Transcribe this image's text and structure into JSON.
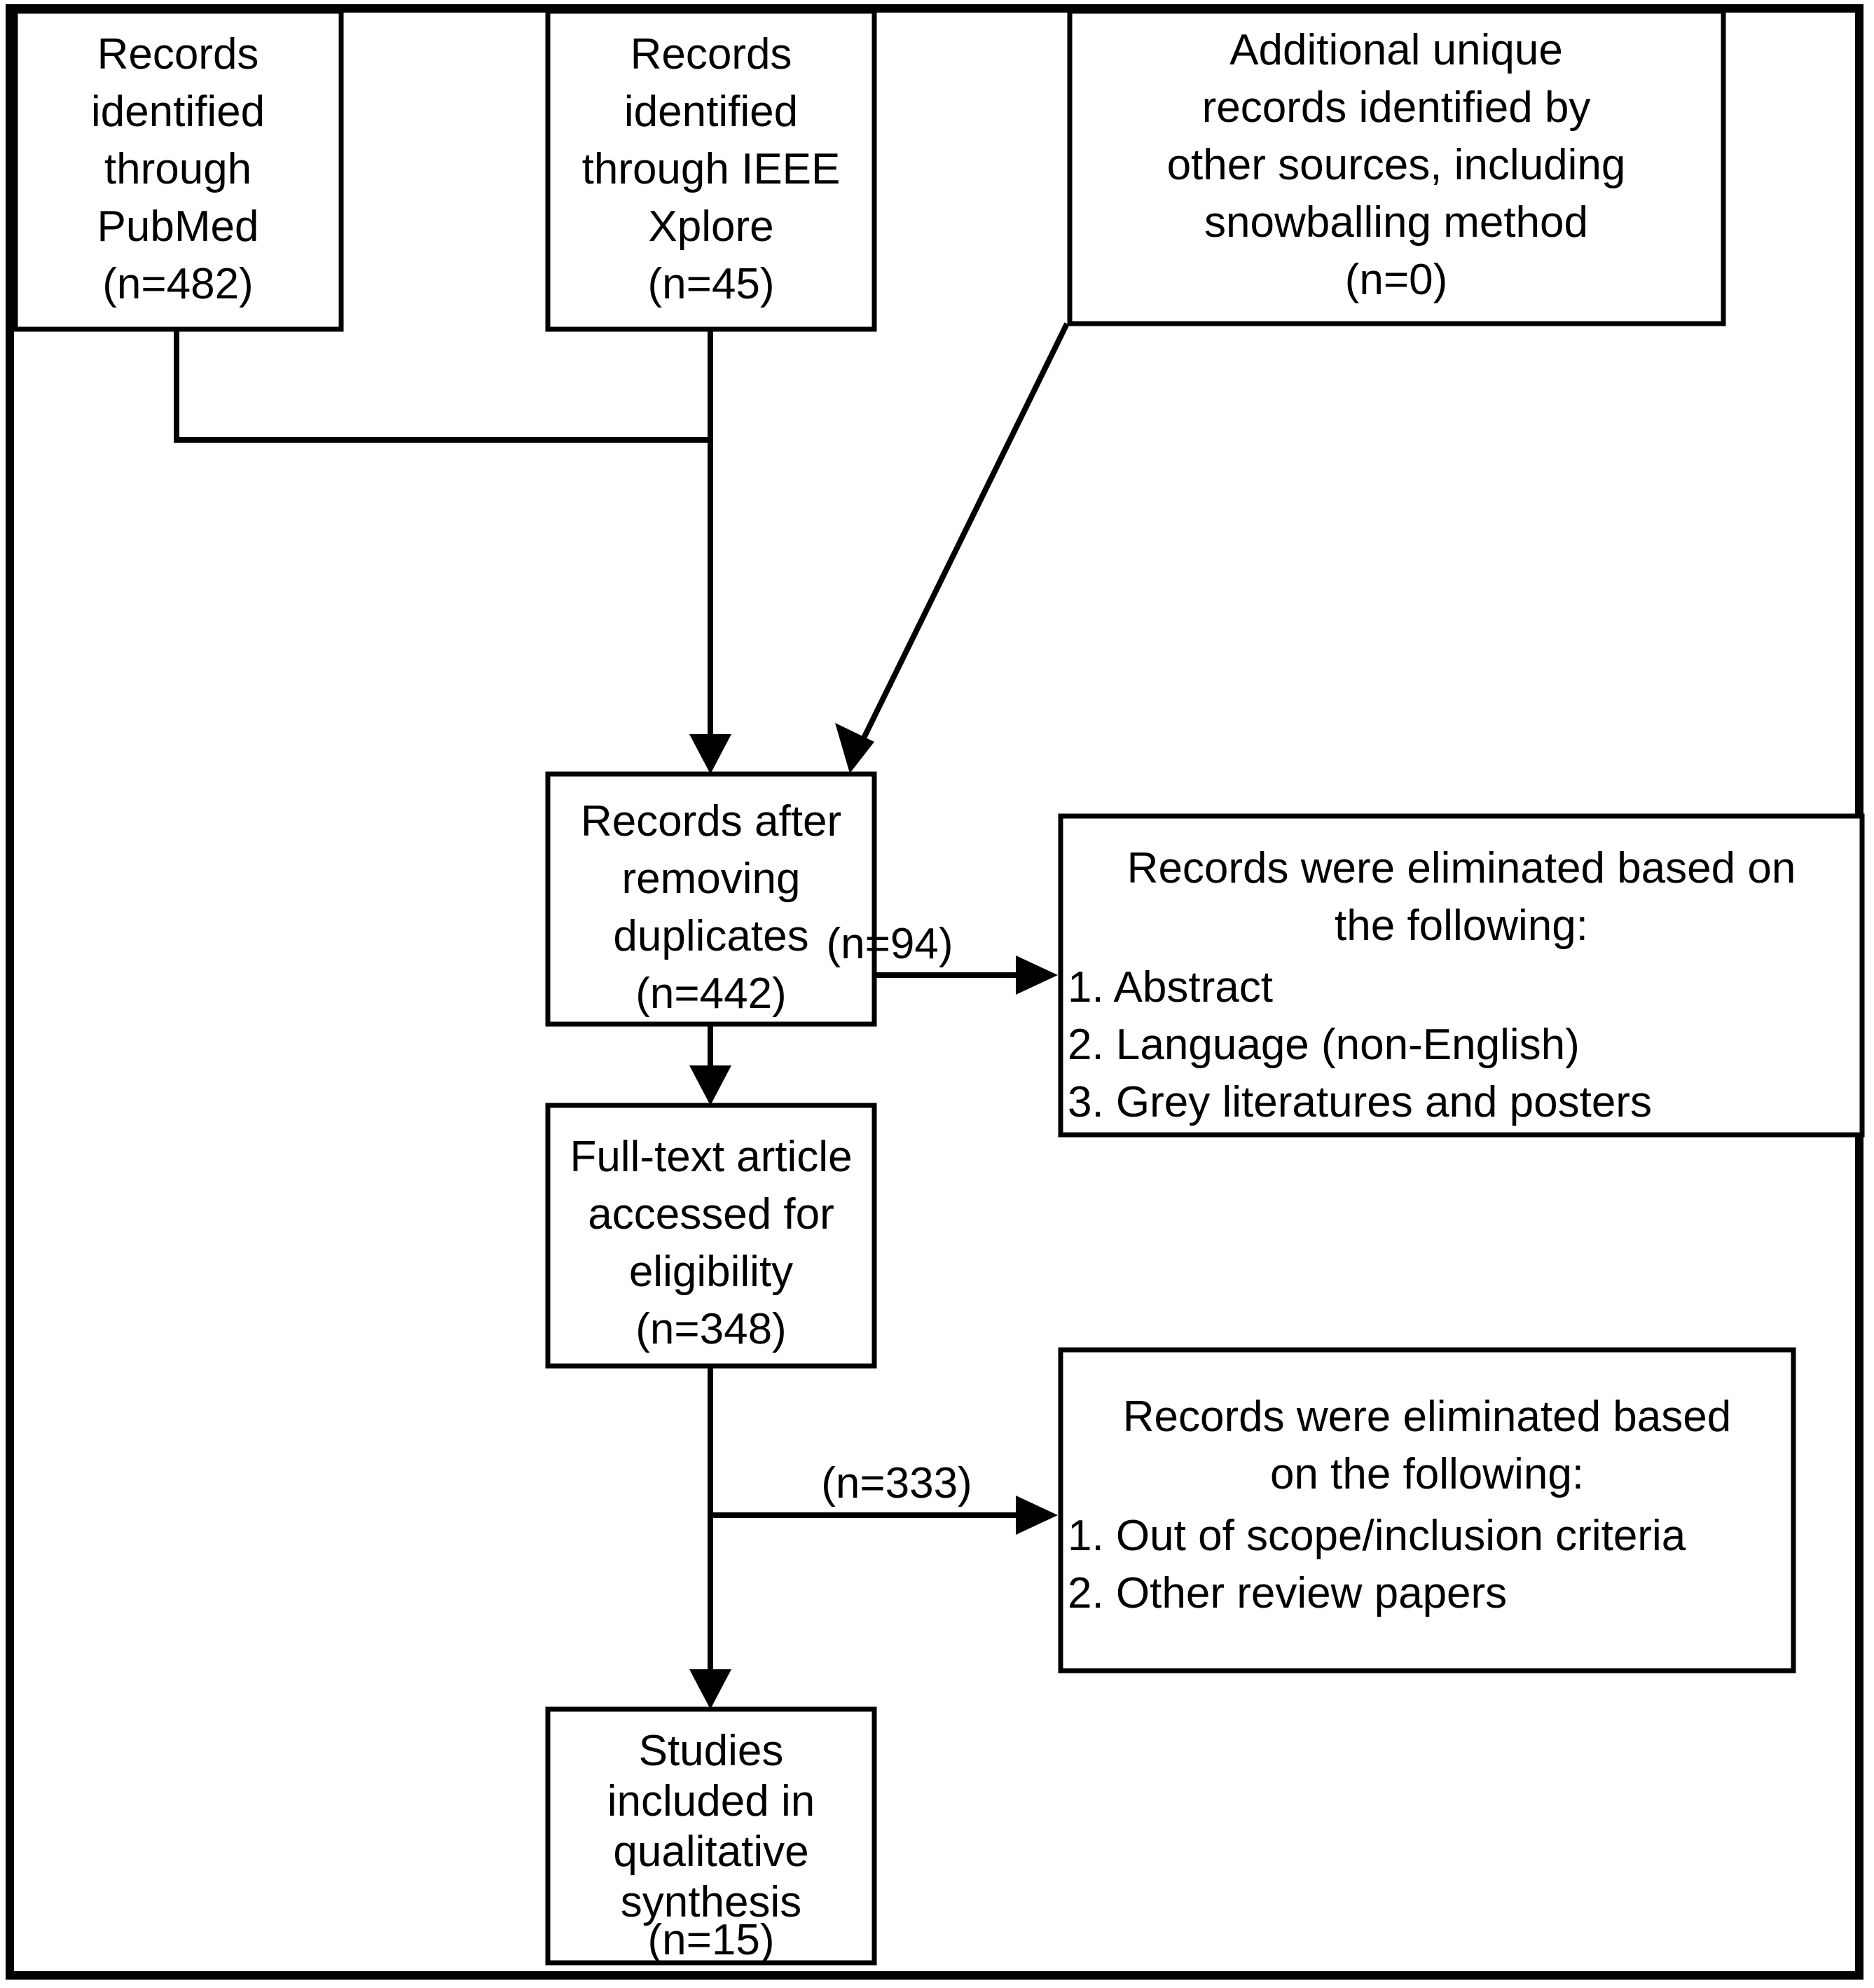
{
  "figure": {
    "type": "prisma-flow-diagram",
    "title": "PRISMA study selection flow diagram",
    "accent_color": "#000000",
    "background_color": "#ffffff"
  },
  "nodes": {
    "pubmed": {
      "id": "records-identified-pubmed",
      "lines": [
        "Records",
        "identified",
        "through",
        "PubMed",
        "(n=482)"
      ],
      "count_label": "(n=482)",
      "count": 482
    },
    "ieee": {
      "id": "records-identified-ieee",
      "lines": [
        "Records",
        "identified",
        "through IEEE",
        "Xplore",
        "(n=45)"
      ],
      "count_label": "(n=45)",
      "count": 45
    },
    "other_sources": {
      "id": "additional-unique-records",
      "lines": [
        "Additional unique",
        "records identified by",
        "other sources, including",
        "snowballing method",
        "(n=0)"
      ],
      "count_label": "(n=0)",
      "count": 0
    },
    "after_duplicates": {
      "id": "records-after-removing-duplicates",
      "lines": [
        "Records after",
        "removing",
        "duplicates",
        "(n=442)"
      ],
      "count_label": "(n=442)",
      "count": 442
    },
    "fulltext": {
      "id": "full-text-articles-assessed",
      "lines": [
        "Full-text article",
        "accessed for",
        "eligibility",
        "(n=348)"
      ],
      "count_label": "(n=348)",
      "count": 348
    },
    "included": {
      "id": "studies-included-qualitative-synthesis",
      "lines": [
        "Studies",
        "included in",
        "qualitative",
        "synthesis",
        "(n=15)"
      ],
      "count_label": "(n=15)",
      "count": 15
    },
    "excluded_screening": {
      "id": "records-eliminated-screening",
      "heading_lines": [
        "Records were eliminated based on",
        "the following:"
      ],
      "reasons": [
        "1. Abstract",
        "2. Language (non-English)",
        "3. Grey literatures and posters"
      ]
    },
    "excluded_eligibility": {
      "id": "records-eliminated-eligibility",
      "heading_lines": [
        "Records were eliminated based",
        "on the following:"
      ],
      "reasons": [
        "1. Out of scope/inclusion criteria",
        "2. Other review papers"
      ]
    }
  },
  "edges": {
    "screening_excluded_label": "(n=94)",
    "screening_excluded_count": 94,
    "eligibility_excluded_label": "(n=333)",
    "eligibility_excluded_count": 333
  }
}
